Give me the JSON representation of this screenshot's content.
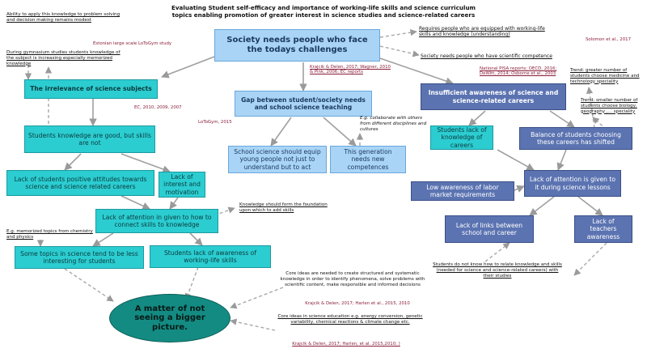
{
  "title": {
    "line1": "Evaluating Student self-efficacy and importance of working-life skills and science curriculum",
    "line2": "topics enabling promotion of greater interest in science studies and science-related careers"
  },
  "nodes": {
    "society": "Society needs people who face the todays challenges",
    "irrelevance": "The irrelevance of science subjects",
    "gap": "Gap between student/society needs and school science teaching",
    "insufficient": "Insufficient awareness of science and science-related careers",
    "knowledge_good": "Students knowledge are good, but skills are not",
    "school_science": "School science should equip young people not just to understand but to act",
    "generation": "This generation needs new competences",
    "lack_careers": "Students lack of knowledge of careers",
    "balance": "Balance of students choosing these careers has shifted",
    "positive_att": "Lack of students positive attitudes towards science and science related careers",
    "interest": "Lack of interest and motivation",
    "low_awareness": "Low awareness of labor market requirements",
    "attention_science": "Lack of attention is given to it during science lessons",
    "connect_skills": "Lack of attention in given to how to connect skills to knowledge",
    "less_interesting": "Some topics in science tend to be less interesting for students",
    "working_life": "Students lack of awareness of working-life skills",
    "links": "Lack of links between school and career",
    "teachers": "Lack of teachers awareness",
    "matter": "A matter of not seeing a bigger picture."
  },
  "notes": {
    "ability": "Ability to apply this knowledge to problem solving and decision making remains modest",
    "gymnasium": "During gymnasium studies students knowledge of the subject is increasing especially memorized knowledge",
    "requires": "Requires people who are equipped with working-life skills and knowledge (understanding)",
    "scientific_competence": "Society needs people who have scientific competence",
    "trend_greater": "Trend: greater number of students choose medicine and technology speciality",
    "trend_smaller": "Trend: smaller number of students choose biology, geography ,... speciality",
    "collaborate": "E.g. collaborate with others from different disciplines and cultures",
    "foundation": "Knowledge should form the foundation upon which to add skills",
    "memorized": "E.g. memorized topics from chemistry and physics",
    "core_ideas": "Core ideas are needed to create structured and systematic knowledge in order to identify phenomena, solve problems with scientific content, make responsible and informed decisions",
    "core_examples": "Core ideas in science education e.g. energy conversion, genetic variability, chemical reactions & climate change etc.",
    "not_relate": "Students do not know how to relate knowledge and skills (needed for science and science-related careers) with their studies"
  },
  "refs": {
    "estonian": "Estonian large scale LoToGym study",
    "solomon": "Solomon et al., 2017",
    "krajcik1": "Krajcik & Delen, 2017; Wagner, 2010 & Pink, 2006; EC reports",
    "national": "National PISA reports; OECD, 2016; DeWitt, 2014; Osborne et al., 2003",
    "ec": "EC, 2010, 2009, 2007",
    "lotogym": "LoToGym, 2015",
    "krajcik2": "Krajcik & Delen, 2017; Harlen et al., 2015, 2010",
    "krajcik3": "Krajcik & Delen, 2017; Harlen, et al. 2015,2010; )"
  },
  "colors": {
    "cyan": "#2bcdd1",
    "light_blue": "#a9d4f6",
    "navy": "#5b73b1",
    "teal": "#138b82",
    "reference": "#8a1e3a",
    "arrow": "#9a9a9a"
  }
}
